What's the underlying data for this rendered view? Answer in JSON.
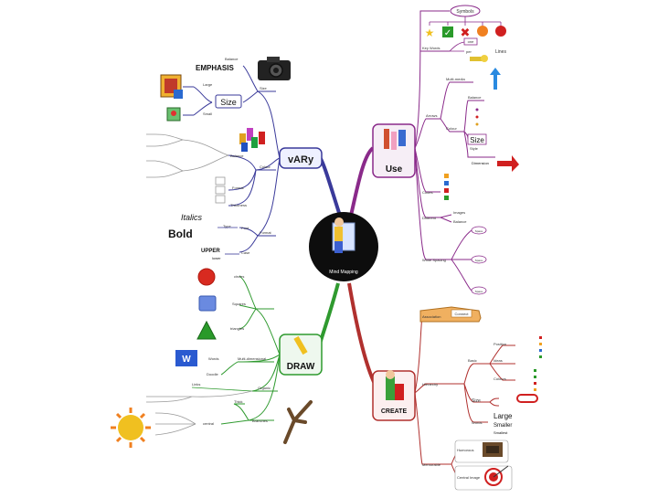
{
  "center": {
    "label": "Mind Mapping"
  },
  "colors": {
    "use": "#8a2a8a",
    "vary": "#3a3a9a",
    "draw": "#2f9a2f",
    "create": "#b0302e"
  },
  "vary": {
    "title": "vARy",
    "emphasis": "EMPHASIS",
    "size": "Size",
    "large": "Large",
    "small": "Small",
    "colour": "Colour",
    "pictures": "Pictures",
    "format": "Format",
    "italics": "Italics",
    "bold": "Bold",
    "upper": "UPPER",
    "lower": "lower",
    "case": "Case",
    "font": "Font",
    "type": "Type",
    "balance": "Balance",
    "thickness": "Thickness"
  },
  "use": {
    "title": "Use",
    "symbols": "Symbols",
    "key_words": "Key Words",
    "one": "one",
    "per": "per",
    "lines": "Lines",
    "multi_media": "Multi-media",
    "arrows": "Arrows",
    "colour": "Colour",
    "balance": "Balance",
    "size": "Size",
    "style": "Style",
    "dimension": "Dimension",
    "codes": "Codes",
    "different": "Different",
    "images": "Images",
    "balance2": "Balance",
    "white_spacing": "White Spacing",
    "space": "Space"
  },
  "draw": {
    "title": "DRAW",
    "circles": "circles",
    "squares": "Squares",
    "triangles": "triangles",
    "words": "Words",
    "doodle": "Doodle",
    "multi_dimensional": "Multi-dimensional",
    "organic": "Organic",
    "links": "Links",
    "thick": "Thick",
    "central": "central",
    "branches": "Branches"
  },
  "create": {
    "title": "CREATE",
    "association": "Association",
    "connect": "Connect",
    "hierarchy": "Hierarchy",
    "basic": "Basic",
    "ideas": "Ideas",
    "position": "Position",
    "colours": "Colours",
    "size": "Size",
    "large": "Large",
    "smaller": "Smaller",
    "smallest": "Smallest",
    "words": "Words",
    "memorable": "Memorable",
    "humorous": "Humorous",
    "central_image": "Central Image"
  }
}
